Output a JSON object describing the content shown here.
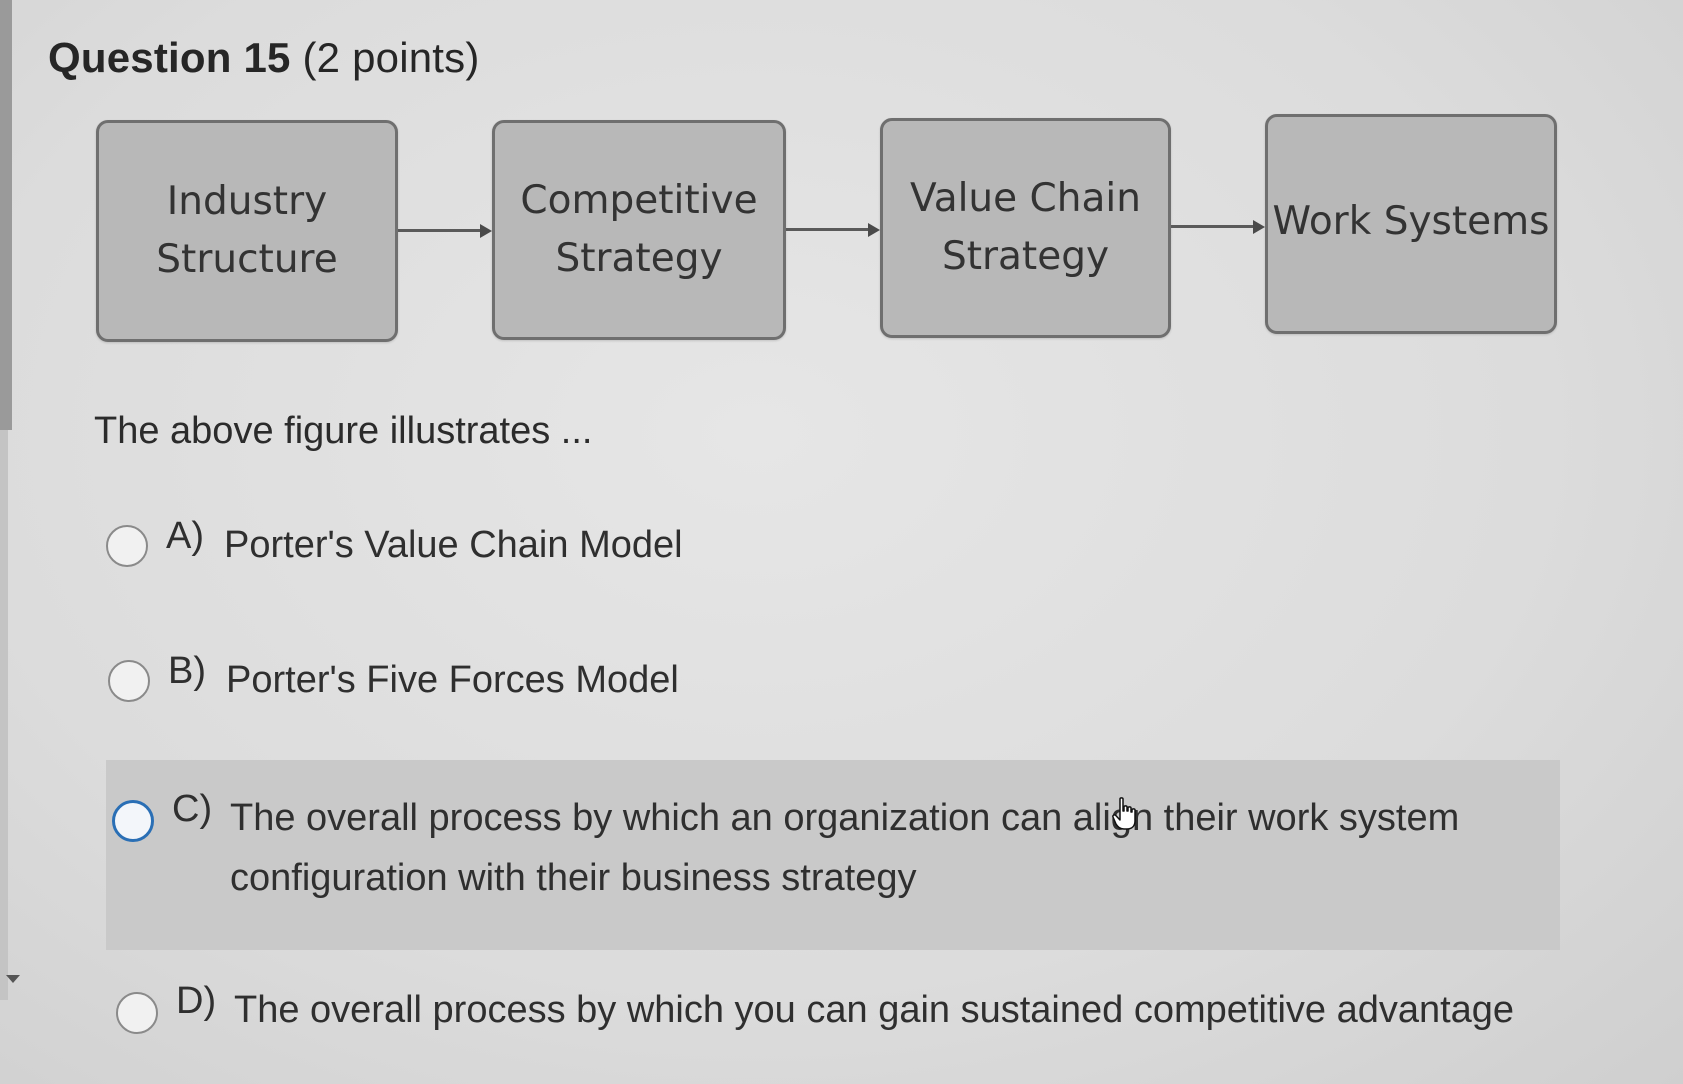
{
  "question": {
    "number_label": "Question 15",
    "points_label": "(2 points)"
  },
  "diagram": {
    "nodes": [
      {
        "line1": "Industry",
        "line2": "Structure"
      },
      {
        "line1": "Competitive",
        "line2": "Strategy"
      },
      {
        "line1": "Value Chain",
        "line2": "Strategy"
      },
      {
        "line1": "Work Systems"
      }
    ]
  },
  "prompt": "The above figure illustrates ...",
  "options": [
    {
      "letter": "A)",
      "text": "Porter's Value Chain Model",
      "selected": false
    },
    {
      "letter": "B)",
      "text": "Porter's Five Forces Model",
      "selected": false
    },
    {
      "letter": "C)",
      "text": "The overall process by which an organization can align their work system configuration with their business strategy",
      "selected": false,
      "hovered": true
    },
    {
      "letter": "D)",
      "text": "The overall process by which you can gain sustained competitive advantage",
      "selected": false
    }
  ],
  "colors": {
    "page_background": "#dedede",
    "node_fill": "#b8b8b8",
    "hover_highlight": "#c9c9c9",
    "focus_radio": "#2a6fb5"
  },
  "icons": {
    "cursor": "hand-pointer-icon",
    "scroll": "scroll-down-arrow-icon"
  }
}
